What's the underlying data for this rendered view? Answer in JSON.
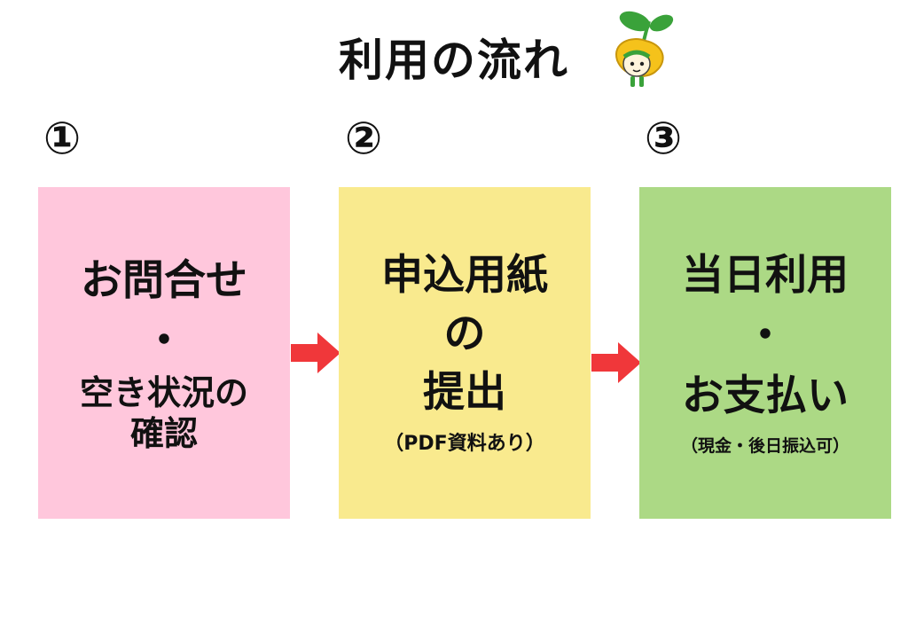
{
  "title": "利用の流れ",
  "colors": {
    "step1": "#ffc7dc",
    "step2": "#f9ea8e",
    "step3": "#acd985",
    "arrow": "#f0373a"
  },
  "steps": [
    {
      "number": "①",
      "lines": [
        "お問合せ",
        "・",
        "空き状況の",
        "確認"
      ]
    },
    {
      "number": "②",
      "lines": [
        "申込用紙",
        "の",
        "提出"
      ],
      "note": "（PDF資料あり）"
    },
    {
      "number": "③",
      "lines": [
        "当日利用",
        "・",
        "お支払い"
      ],
      "note": "（現金・後日振込可）"
    }
  ],
  "icons": {
    "mascot": "sprout-mascot-icon",
    "arrow": "right-arrow-icon"
  }
}
